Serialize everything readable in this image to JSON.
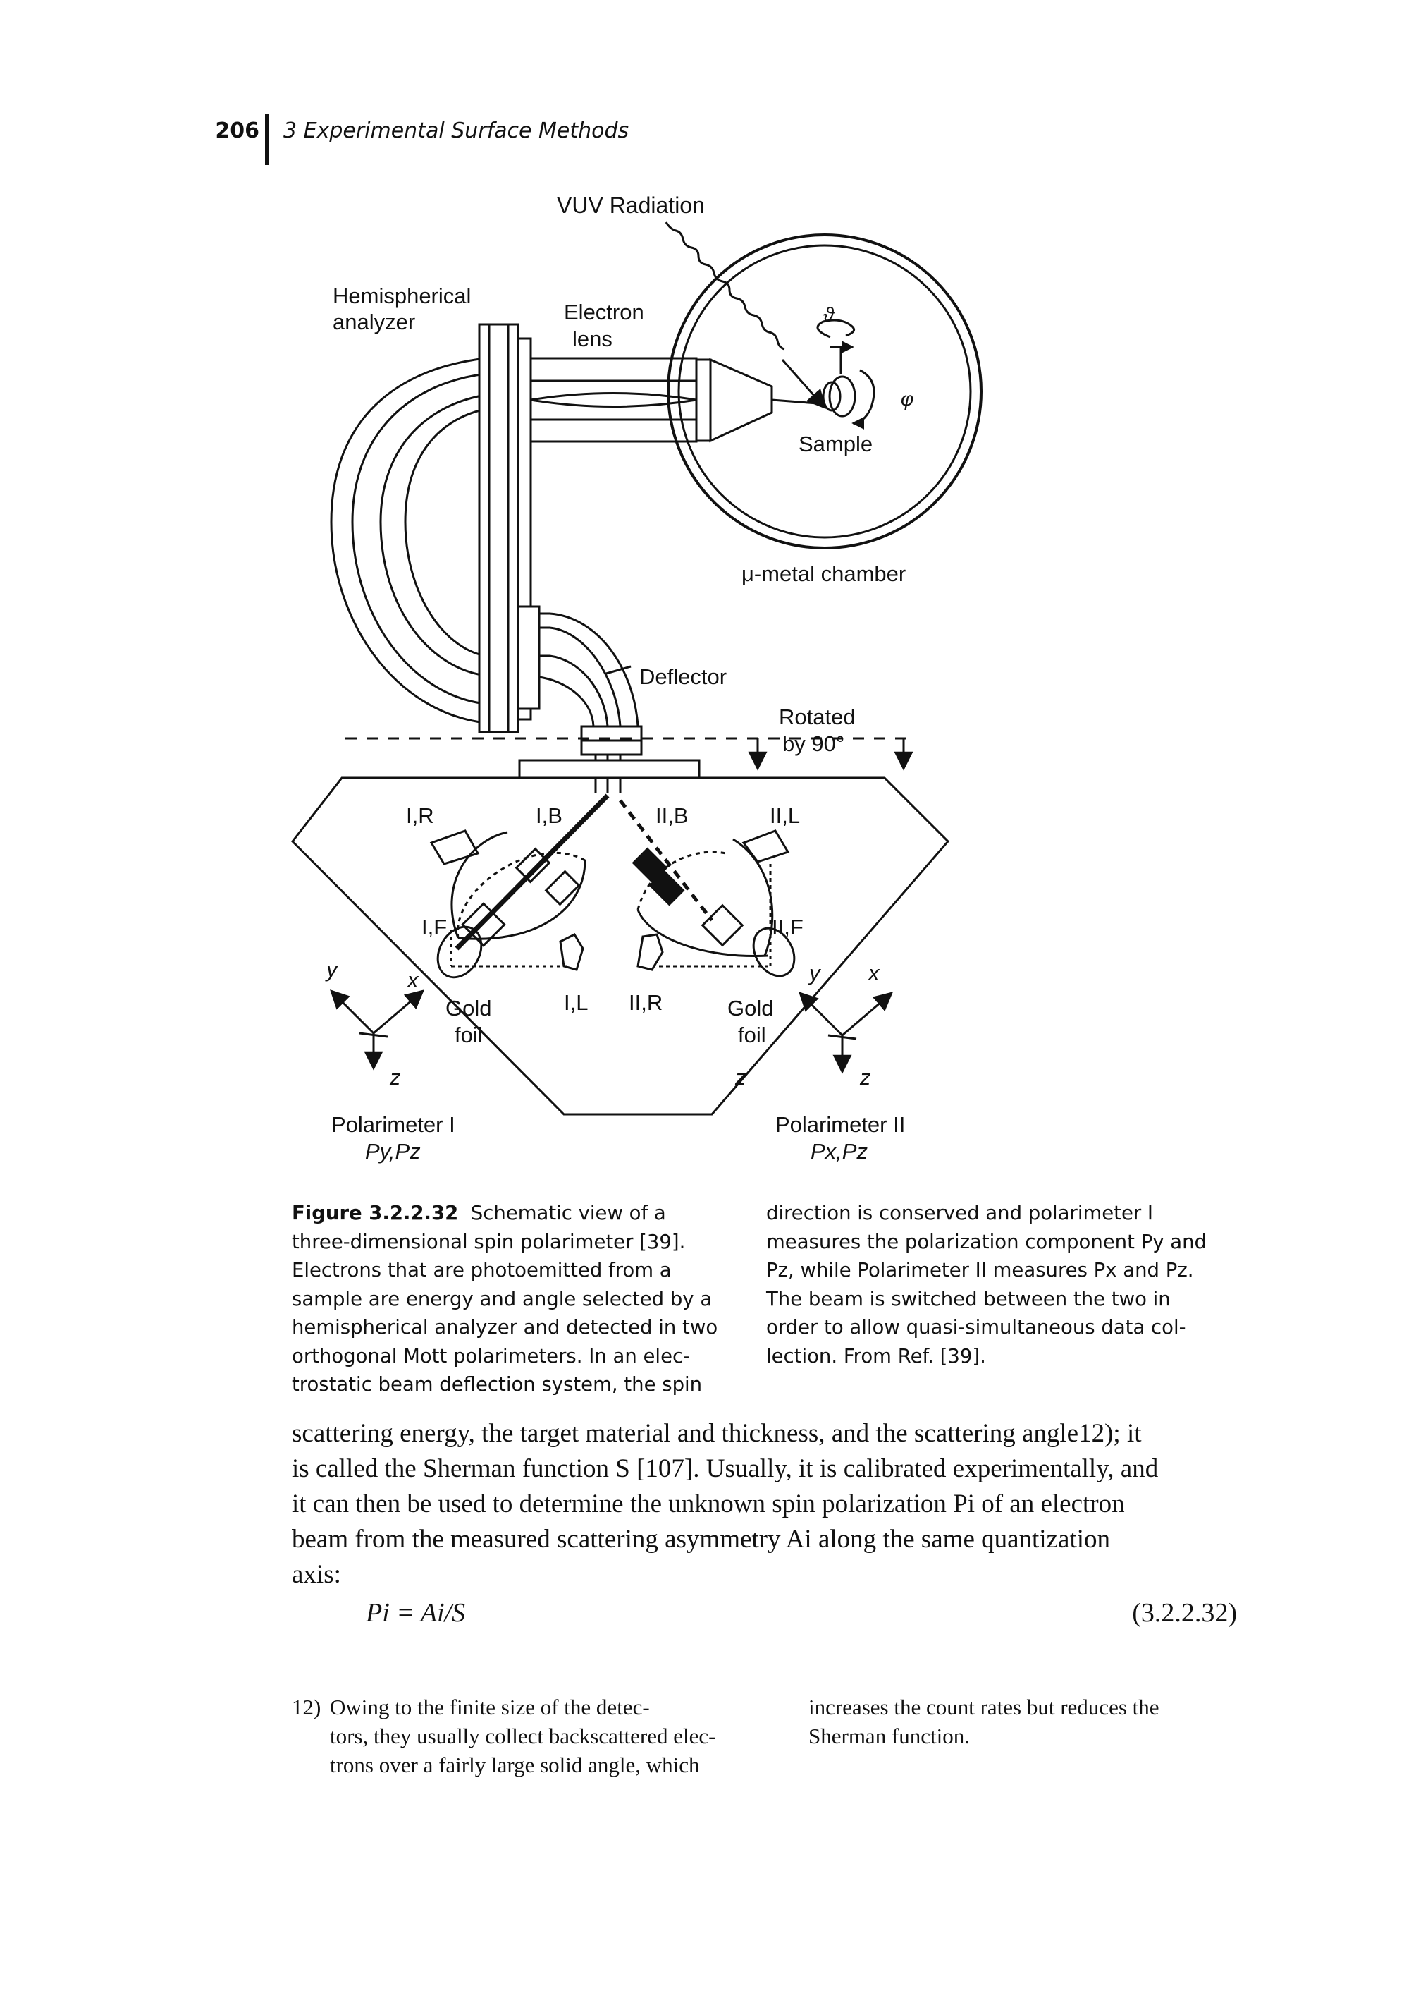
{
  "header": {
    "page_number": "206",
    "running_head": "3 Experimental Surface Methods"
  },
  "figure": {
    "labels": {
      "vuv": "VUV Radiation",
      "hemi_1": "Hemispherical",
      "hemi_2": "analyzer",
      "lens_1": "Electron",
      "lens_2": "lens",
      "theta": "ϑ",
      "phi": "φ",
      "sample": "Sample",
      "chamber": "μ-metal chamber",
      "deflector": "Deflector",
      "rotated_1": "Rotated",
      "rotated_2": "by 90°",
      "ir": "I,R",
      "ib": "I,B",
      "iib": "II,B",
      "iil": "II,L",
      "if": "I,F",
      "iif": "II,F",
      "il": "I,L",
      "iir": "II,R",
      "gold1_1": "Gold",
      "gold1_2": "foil",
      "gold2_1": "Gold",
      "gold2_2": "foil",
      "y1": "y",
      "x1": "x",
      "z1": "z",
      "z_mid": "z",
      "y2": "y",
      "x2": "x",
      "z2": "z",
      "pol1": "Polarimeter I",
      "pol1_comp": "Py,Pz",
      "pol2": "Polarimeter II",
      "pol2_comp": "Px,Pz"
    }
  },
  "caption": {
    "label": "Figure 3.2.2.32",
    "left_lines": [
      "Schematic view of a",
      "three-dimensional spin polarimeter [39].",
      "Electrons that are photoemitted from a",
      "sample are energy and angle selected by a",
      "hemispherical analyzer and detected in two",
      "orthogonal Mott polarimeters. In an elec-",
      "trostatic beam deflection system, the spin"
    ],
    "right_lines": [
      "direction is conserved and polarimeter I",
      "measures the polarization component Py and",
      "Pz, while Polarimeter II measures Px and Pz.",
      "The beam is switched between the two in",
      "order to allow quasi-simultaneous data col-",
      "lection. From Ref. [39]."
    ]
  },
  "body": {
    "lines": [
      "scattering energy, the target material and thickness, and the scattering angle12); it",
      "is called the Sherman function S [107]. Usually, it is calibrated experimentally, and",
      "it can then be used to determine the unknown spin polarization Pi of an electron",
      "beam from the measured scattering asymmetry Ai along the same quantization",
      "axis:"
    ]
  },
  "equation": {
    "text": "Pi = Ai/S",
    "number": "(3.2.2.32)"
  },
  "footnote": {
    "number": "12)",
    "left_lines": [
      "Owing to the finite size of the detec-",
      "tors, they usually collect backscattered elec-",
      "trons over a fairly large solid angle, which"
    ],
    "right_lines": [
      "increases the count rates but reduces the",
      "Sherman function."
    ]
  }
}
